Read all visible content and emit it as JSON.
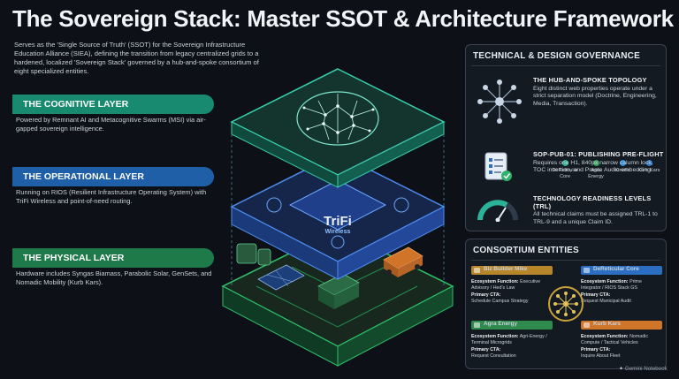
{
  "title": "The Sovereign Stack: Master SSOT & Architecture Framework",
  "intro": "Serves as the 'Single Source of Truth' (SSOT) for the Sovereign Infrastructure Education Alliance (SIEA), defining the transition from legacy centralized grids to a hardened, localized 'Sovereign Stack' governed by a hub-and-spoke consortium of eight specialized entities.",
  "layers": [
    {
      "title": "THE COGNITIVE LAYER",
      "body": "Powered by Remnant AI and Metacognitive Swarms (MSI) via air-gapped sovereign intelligence.",
      "color": "#178a6f"
    },
    {
      "title": "THE OPERATIONAL LAYER",
      "body": "Running on RIOS (Resilient Infrastructure Operating System) with TriFi Wireless and point-of-need routing.",
      "color": "#1e5fa8"
    },
    {
      "title": "THE PHYSICAL LAYER",
      "body": "Hardware includes Syngas Biamass, Parabolic Solar, GenSets, and Nomadic Mobility (Kurb Kars).",
      "color": "#1f7a4a"
    }
  ],
  "diagram": {
    "brand_line1": "TriFi",
    "brand_line2": "Wireless"
  },
  "governance": {
    "title": "TECHNICAL & DESIGN GOVERNANCE",
    "items": [
      {
        "title": "THE HUB-AND-SPOKE TOPOLOGY",
        "body": "Eight distinct web properties operate under a strict separation model (Doctrine, Engineering, Media, Transaction).",
        "icon": "hub-spoke-icon"
      },
      {
        "title": "SOP-PUB-01: PUBLISHING PRE-FLIGHT",
        "body": "Requires one H1, 840px narrow calumn lock, TOC insertion, and Presto Audio embedding.",
        "icon": "checklist-icon"
      },
      {
        "title": "TECHNOLOGY READINESS LEVELS (TRL)",
        "body": "All technical claims must be assigned TRL-1 to TRL-9 and a unique Claim ID.",
        "icon": "gauge-icon"
      }
    ],
    "legend": [
      {
        "label": "DeReticular Core",
        "color": "#2bb39a"
      },
      {
        "label": "Agra Energy",
        "color": "#36a55a"
      },
      {
        "label": "Kinetic",
        "color": "#2c8fd6"
      },
      {
        "label": "Kurb Kars",
        "color": "#2a79c9"
      }
    ]
  },
  "consortium": {
    "title": "CONSORTIUM ENTITIES",
    "function_label": "Ecosystem Function:",
    "cta_label": "Primary CTA:",
    "entities": [
      {
        "name": "Biz Builder Mike",
        "function": "Executive Advisory / Hed's Law",
        "cta": "Schedule Campus Strategy",
        "color": "#b8862a"
      },
      {
        "name": "DeReticular Core",
        "function": "Prime Integrator / RIOS Stack GS",
        "cta": "Request Municipal Audit",
        "color": "#2c6fc2"
      },
      {
        "name": "Agra Energy",
        "function": "Agri-Energy / Terminal Microgrids",
        "cta": "Request Consultation",
        "color": "#2f8a4e"
      },
      {
        "name": "Kurb Kars",
        "function": "Nomadic Compute / Tactical Vehicles",
        "cta": "Inquire About Fleet",
        "color": "#d0742a"
      }
    ]
  },
  "watermark": "Gemini Notebook"
}
